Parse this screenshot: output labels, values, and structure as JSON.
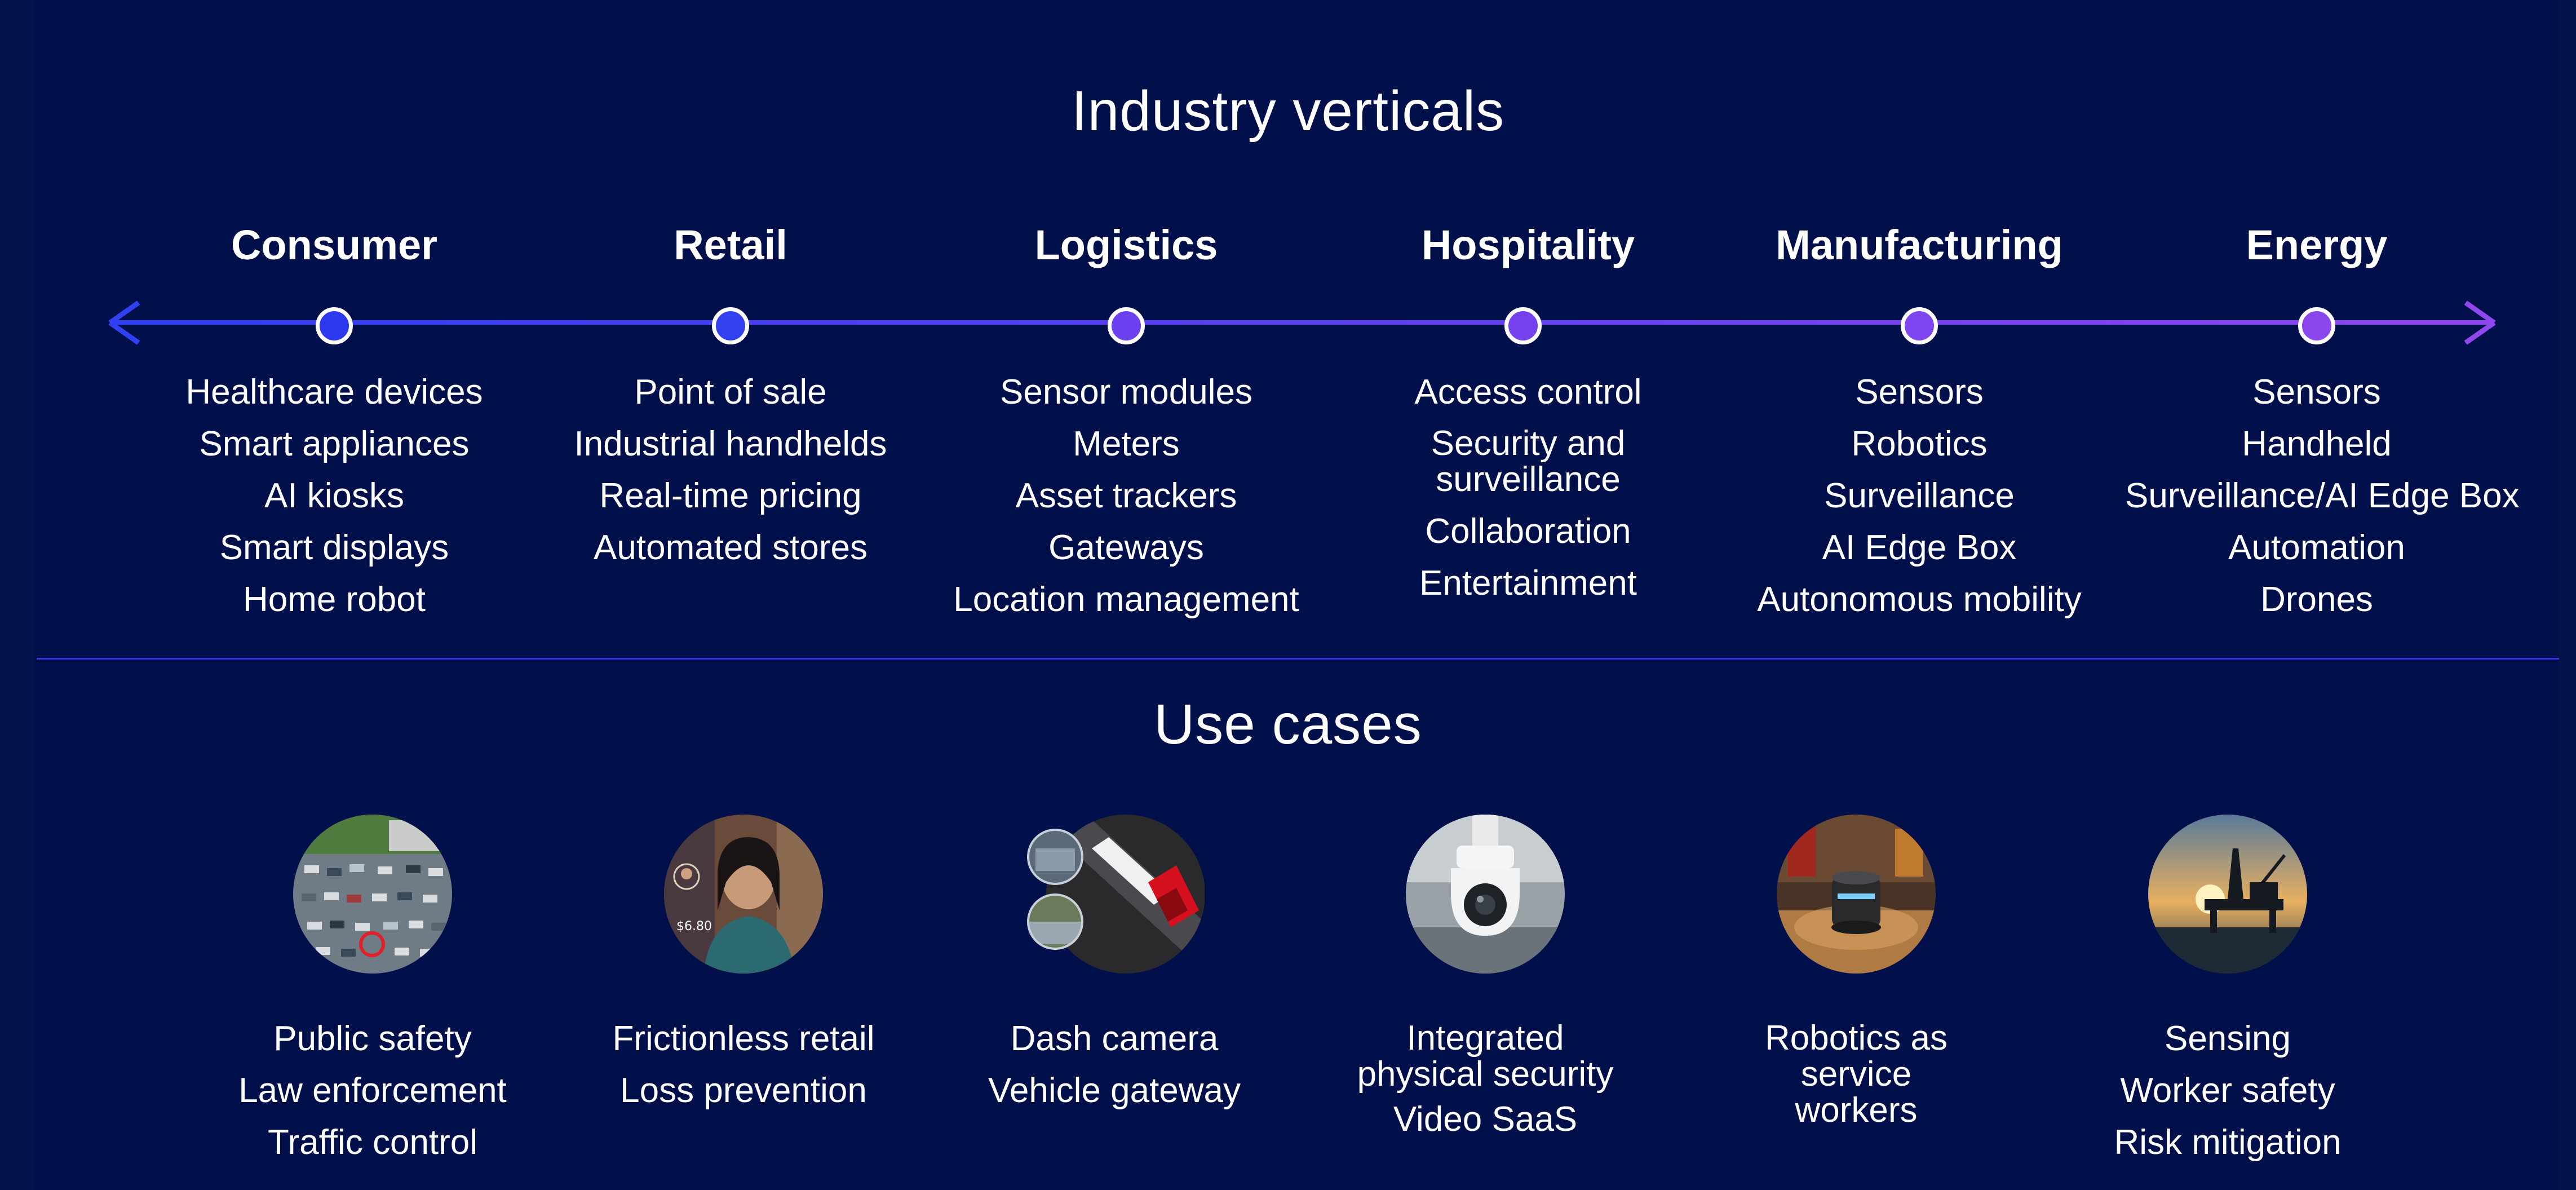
{
  "verticals_title": "Industry verticals",
  "usecases_title": "Use cases",
  "colors": {
    "background": "#010f4b",
    "timeline_start": "#2f3ef0",
    "timeline_end": "#8d47ee",
    "divider": "#3236e6",
    "text": "#ffffff"
  },
  "verticals": [
    {
      "name": "Consumer",
      "node_color": "#2c38ee",
      "items": [
        "Healthcare devices",
        "Smart appliances",
        "AI kiosks",
        "Smart displays",
        "Home robot"
      ]
    },
    {
      "name": "Retail",
      "node_color": "#3340ef",
      "items": [
        "Point of sale",
        "Industrial handhelds",
        "Real-time pricing",
        "Automated stores"
      ]
    },
    {
      "name": "Logistics",
      "node_color": "#6a40ef",
      "items": [
        "Sensor modules",
        "Meters",
        "Asset trackers",
        "Gateways",
        "Location management"
      ]
    },
    {
      "name": "Hospitality",
      "node_color": "#7441ef",
      "items": [
        "Access control",
        "Security and surveillance",
        "Collaboration",
        "Entertainment"
      ]
    },
    {
      "name": "Manufacturing",
      "node_color": "#7f45ee",
      "items": [
        "Sensors",
        "Robotics",
        "Surveillance",
        "AI Edge Box",
        "Autonomous mobility"
      ]
    },
    {
      "name": "Energy",
      "node_color": "#8b46ee",
      "items": [
        "Sensors",
        "Handheld",
        "Surveillance/AI Edge Box",
        "Automation",
        "Drones"
      ]
    }
  ],
  "use_cases": [
    {
      "photo_icon": "parking-lot-aerial-photo",
      "items": [
        "Public safety",
        "Law enforcement",
        "Traffic control"
      ]
    },
    {
      "photo_icon": "shopper-woman-photo",
      "photo_label": "$6.80",
      "items": [
        "Frictionless retail",
        "Loss prevention"
      ]
    },
    {
      "photo_icon": "truck-road-photo",
      "items": [
        "Dash camera",
        "Vehicle gateway"
      ]
    },
    {
      "photo_icon": "security-camera-photo",
      "items": [
        "Integrated physical security",
        "Video SaaS"
      ]
    },
    {
      "photo_icon": "service-robot-photo",
      "items": [
        "Robotics as service workers"
      ]
    },
    {
      "photo_icon": "oil-rig-sunset-photo",
      "items": [
        "Sensing",
        "Worker safety",
        "Risk mitigation"
      ]
    }
  ]
}
